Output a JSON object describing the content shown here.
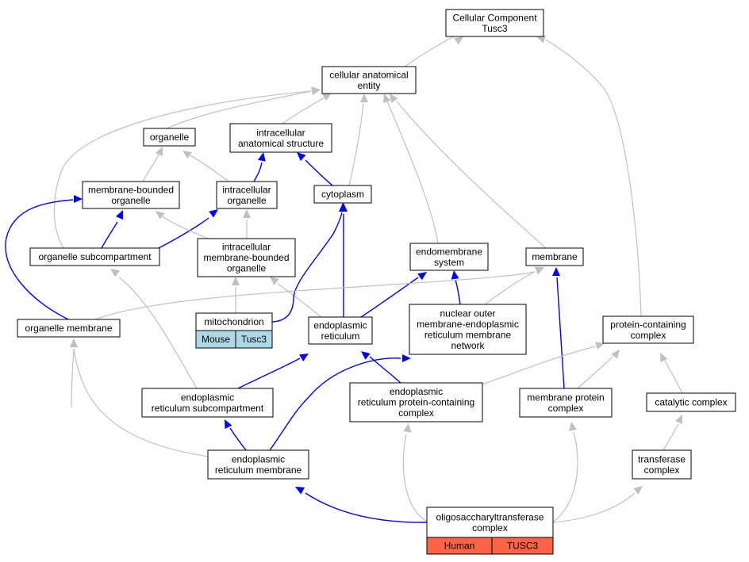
{
  "colors": {
    "gray_edge": "#c0c0c0",
    "blue_edge": "#0000ff",
    "mouse_tag": "#add8e6",
    "human_tag": "#ff6347"
  },
  "nodes": {
    "cellular_component": [
      "Cellular Component",
      "Tusc3"
    ],
    "cellular_anatomical_entity": [
      "cellular anatomical",
      "entity"
    ],
    "organelle": [
      "organelle"
    ],
    "intracellular_anatomical_structure": [
      "intracellular",
      "anatomical structure"
    ],
    "membrane_bounded_organelle": [
      "membrane-bounded",
      "organelle"
    ],
    "intracellular_organelle": [
      "intracellular",
      "organelle"
    ],
    "cytoplasm": [
      "cytoplasm"
    ],
    "organelle_subcompartment": [
      "organelle subcompartment"
    ],
    "intracellular_membrane_bounded_organelle": [
      "intracellular",
      "membrane-bounded",
      "organelle"
    ],
    "endomembrane_system": [
      "endomembrane",
      "system"
    ],
    "membrane": [
      "membrane"
    ],
    "organelle_membrane": [
      "organelle membrane"
    ],
    "mitochondrion": [
      "mitochondrion"
    ],
    "endoplasmic_reticulum": [
      "endoplasmic",
      "reticulum"
    ],
    "nuclear_outer_membrane_er_network": [
      "nuclear outer",
      "membrane-endoplasmic",
      "reticulum membrane",
      "network"
    ],
    "protein_containing_complex": [
      "protein-containing",
      "complex"
    ],
    "er_subcompartment": [
      "endoplasmic",
      "reticulum subcompartment"
    ],
    "er_protein_containing_complex": [
      "endoplasmic",
      "reticulum protein-containing",
      "complex"
    ],
    "membrane_protein_complex": [
      "membrane protein",
      "complex"
    ],
    "catalytic_complex": [
      "catalytic complex"
    ],
    "er_membrane": [
      "endoplasmic",
      "reticulum membrane"
    ],
    "transferase_complex": [
      "transferase",
      "complex"
    ],
    "oligosaccharyltransferase_complex": [
      "oligosaccharyltransferase",
      "complex"
    ]
  },
  "tags": {
    "mitochondrion": {
      "species": "Mouse",
      "gene": "Tusc3"
    },
    "oligosaccharyltransferase_complex": {
      "species": "Human",
      "gene": "TUSC3"
    }
  }
}
